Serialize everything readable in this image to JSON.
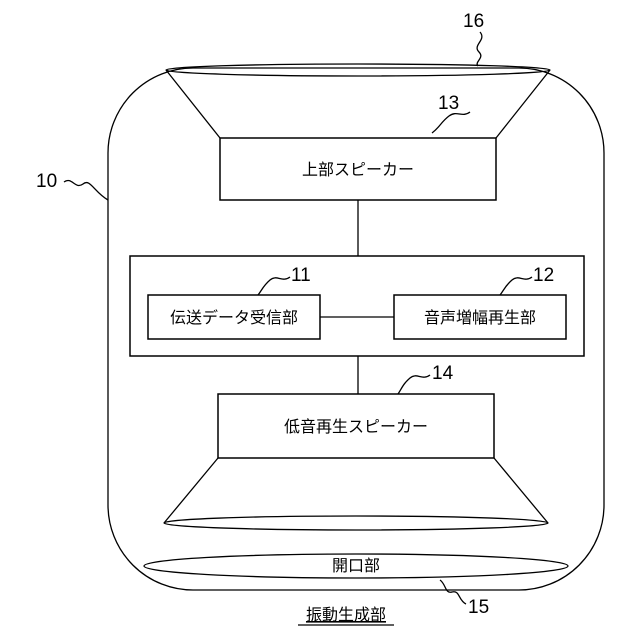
{
  "labels": {
    "upper_speaker": "上部スピーカー",
    "transmission_receiver": "伝送データ受信部",
    "audio_amplifier": "音声増幅再生部",
    "low_speaker": "低音再生スピーカー",
    "opening": "開口部",
    "caption": "振動生成部"
  },
  "refs": {
    "housing": "10",
    "receiver": "11",
    "amplifier": "12",
    "upper_speaker": "13",
    "low_speaker": "14",
    "opening": "15",
    "upper_cone": "16"
  }
}
